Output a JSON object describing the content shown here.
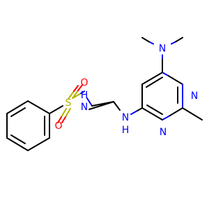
{
  "molecule": {
    "atoms": {
      "n_dimethyl": "N",
      "n_ring_top": "N",
      "n_ring_bottom": "N",
      "nh_amine": "H",
      "nh_amine_n": "N",
      "nh_sulfonamide": "H",
      "nh_sulfonamide_n": "N",
      "sulfur": "S",
      "oxygen_top": "O",
      "oxygen_bottom": "O"
    },
    "colors": {
      "carbon_bond": "#000000",
      "nitrogen": "#0000ff",
      "oxygen": "#ff0000",
      "sulfur": "#b2b200"
    }
  }
}
